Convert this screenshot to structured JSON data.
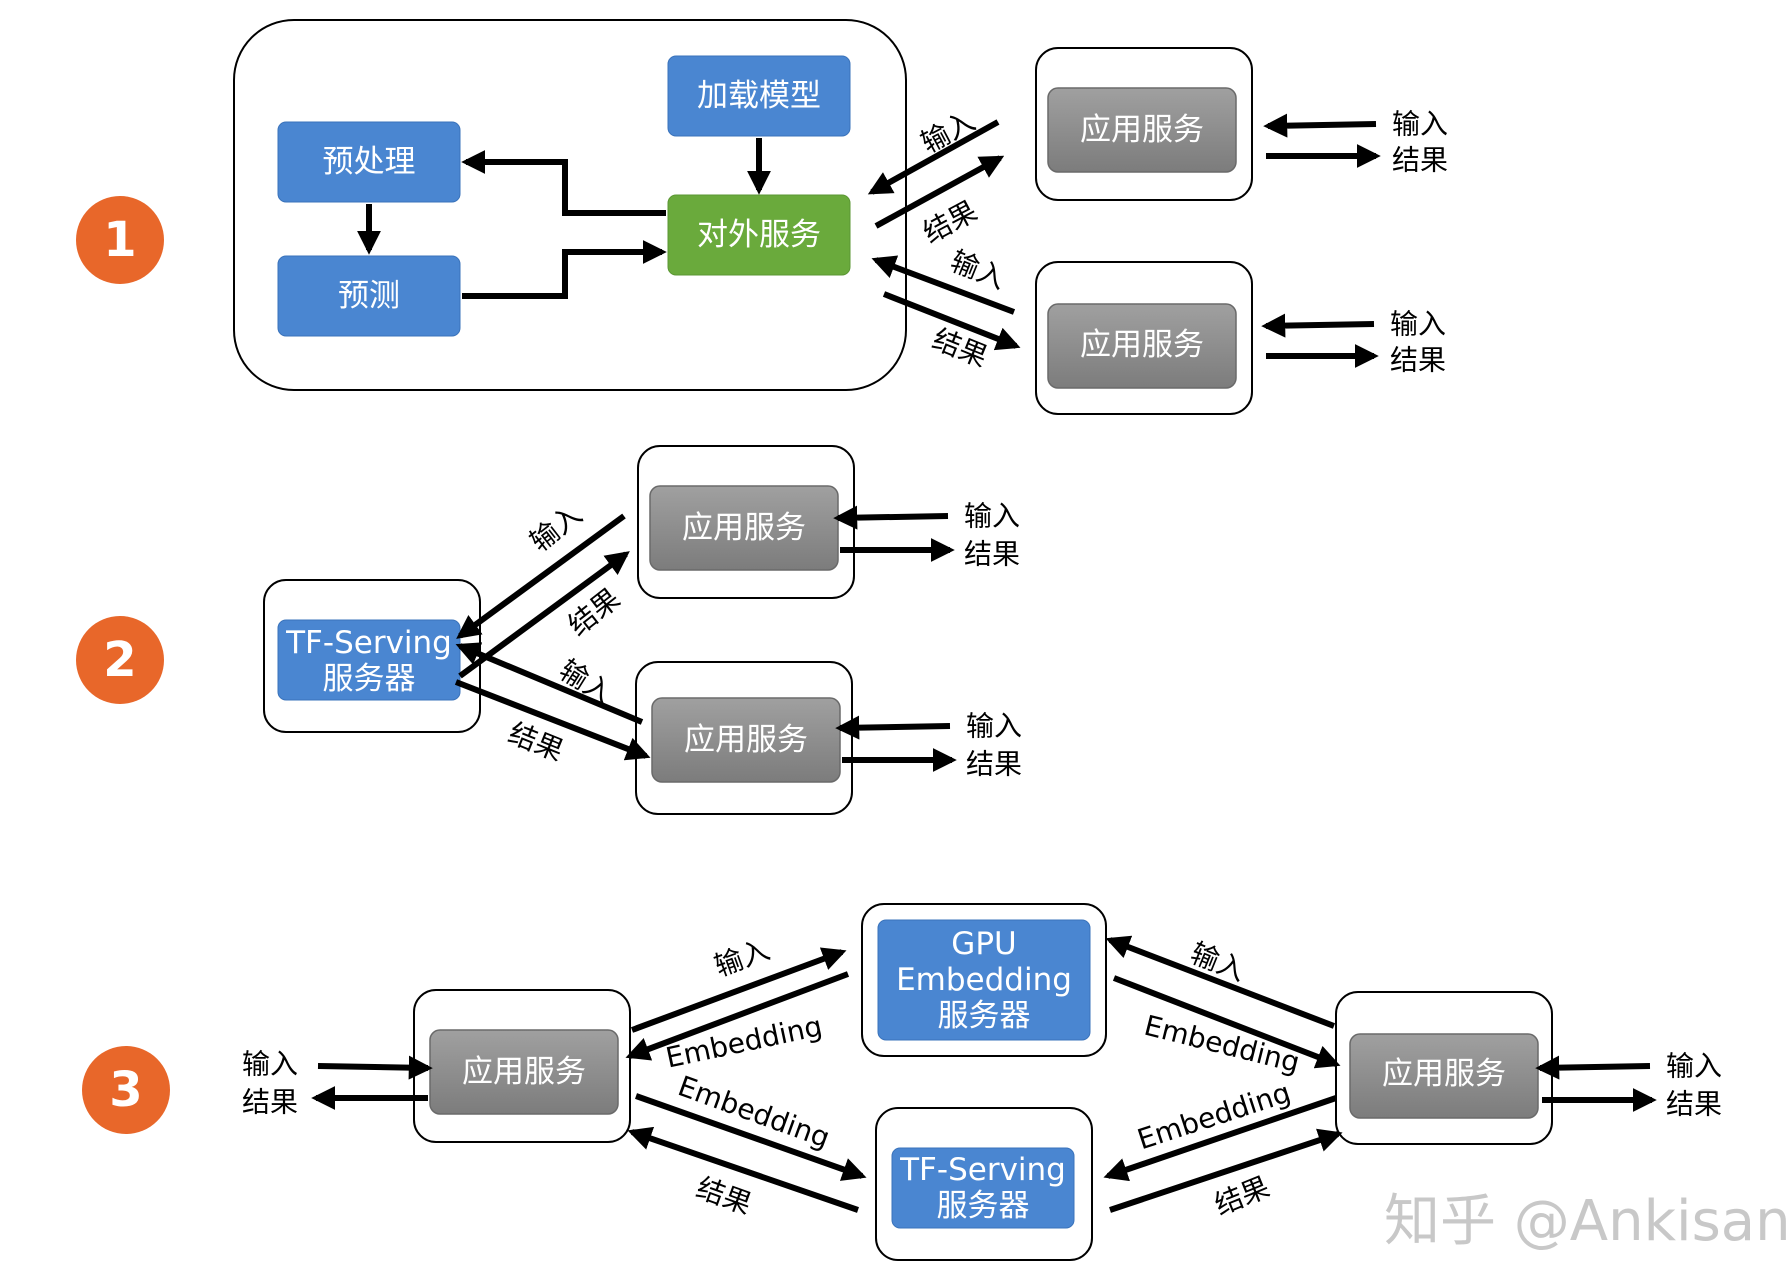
{
  "colors": {
    "node_blue": "#4a86d1",
    "node_green": "#6aaa3c",
    "node_gray": "#8a8a8a",
    "badge_orange": "#e8672a",
    "arrow": "#000000"
  },
  "section1": {
    "number": "1",
    "load_model": "加载模型",
    "preprocess": "预处理",
    "predict": "预测",
    "external_service": "对外服务",
    "app_service_top": "应用服务",
    "app_service_bottom": "应用服务",
    "input": "输入",
    "result": "结果"
  },
  "section2": {
    "number": "2",
    "tf_serving_line1": "TF-Serving",
    "tf_serving_line2": "服务器",
    "app_service_top": "应用服务",
    "app_service_bottom": "应用服务",
    "input": "输入",
    "result": "结果"
  },
  "section3": {
    "number": "3",
    "gpu_line1": "GPU",
    "gpu_line2": "Embedding",
    "gpu_line3": "服务器",
    "tf_serving_line1": "TF-Serving",
    "tf_serving_line2": "服务器",
    "app_service_left": "应用服务",
    "app_service_right": "应用服务",
    "input": "输入",
    "result": "结果",
    "embedding": "Embedding"
  },
  "watermark": "知乎 @Ankisan"
}
